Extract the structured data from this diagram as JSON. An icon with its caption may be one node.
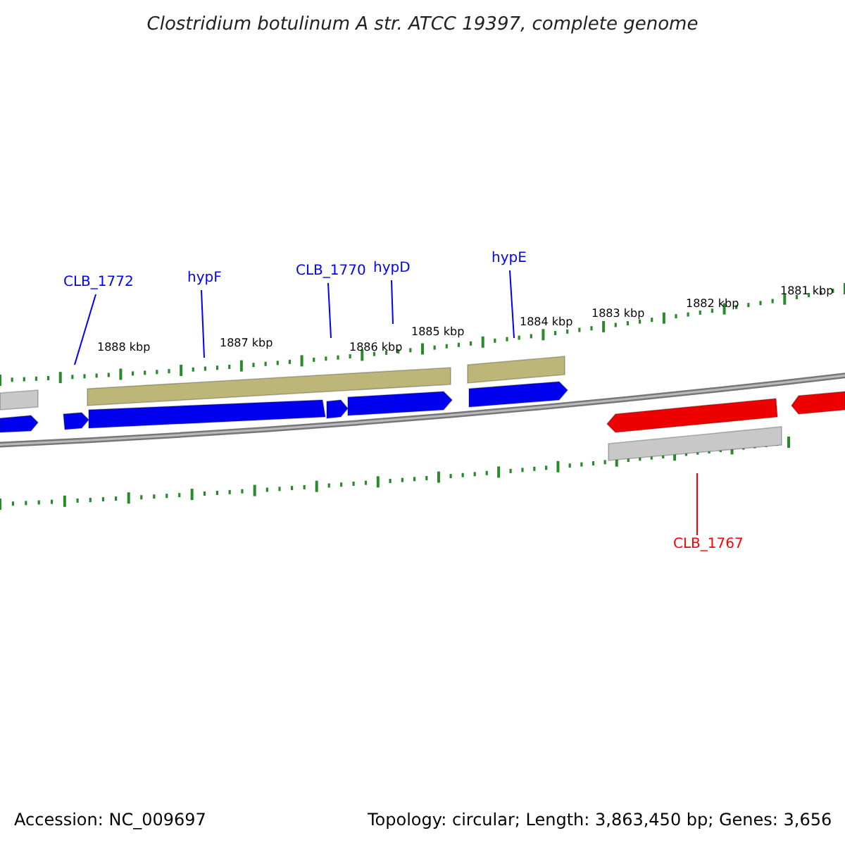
{
  "diagram": {
    "title": "Clostridium botulinum A str. ATCC 19397, complete genome",
    "nodes": [
      {
        "text": [
          "CLB_1772"
        ]
      },
      {
        "text": [
          "hypF"
        ]
      },
      {
        "text": [
          "CLB_1770"
        ]
      },
      {
        "text": [
          "hypD"
        ]
      },
      {
        "text": [
          "hypE"
        ]
      },
      {
        "text": [
          "CLB_1767"
        ]
      }
    ],
    "edges": [
      {
        "from": 0,
        "to": null,
        "arrow": "none"
      },
      {
        "from": 1,
        "to": null,
        "arrow": "none"
      },
      {
        "from": 2,
        "to": null,
        "arrow": "none"
      },
      {
        "from": 3,
        "to": null,
        "arrow": "none"
      },
      {
        "from": 4,
        "to": null,
        "arrow": "none"
      },
      {
        "from": 5,
        "to": null,
        "arrow": "none",
        "color": "#ff0000"
      }
    ],
    "labels": [
      "1888 kbp",
      "1887 kbp",
      "1886 kbp",
      "1885 kbp",
      "1884 kbp",
      "1883 kbp",
      "1882 kbp",
      "1881 kbp",
      "Accession: NC_009697",
      "Topology: circular; Length: 3,863,450 bp; Genes: 3,656"
    ]
  }
}
